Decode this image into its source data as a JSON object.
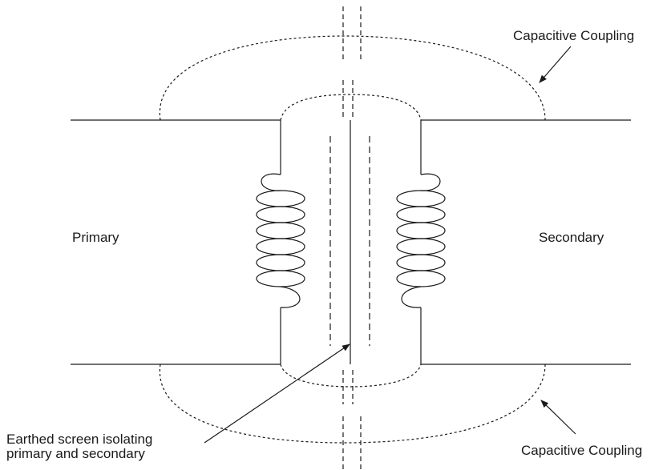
{
  "labels": {
    "primary": "Primary",
    "secondary": "Secondary",
    "capacitive_coupling_top": "Capacitive Coupling",
    "capacitive_coupling_bottom": "Capacitive Coupling",
    "earthed_screen_line1": "Earthed screen isolating",
    "earthed_screen_line2": "primary and secondary"
  },
  "colors": {
    "line": "#1a1a1a",
    "background": "#ffffff"
  }
}
